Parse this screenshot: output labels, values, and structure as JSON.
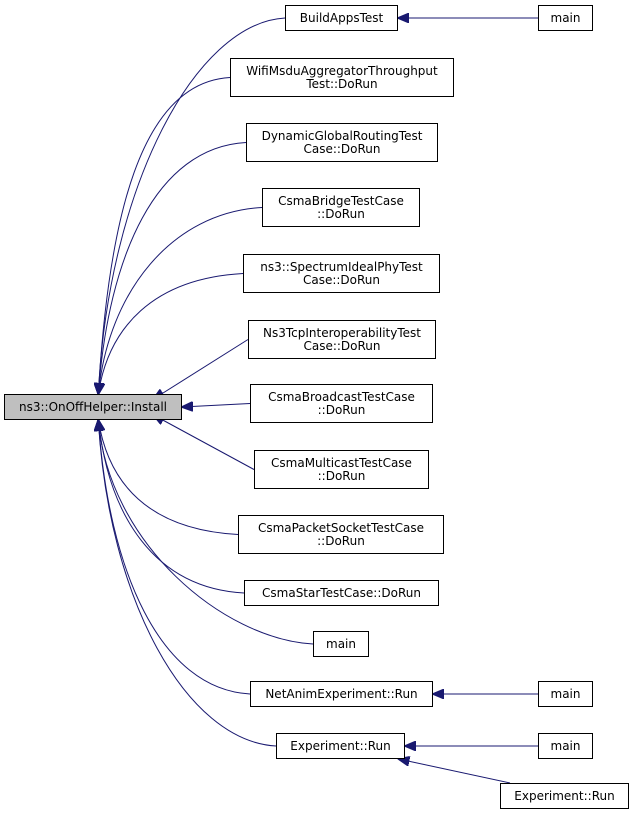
{
  "graph": {
    "edge_color": "#191970",
    "root": {
      "lines": [
        "ns3::OnOffHelper::Install"
      ],
      "fill": "#bfbfbf"
    },
    "nodes": {
      "build_apps_test": {
        "lines": [
          "BuildAppsTest"
        ]
      },
      "main_build": {
        "lines": [
          "main"
        ]
      },
      "wifi_msdu": {
        "lines": [
          "WifiMsduAggregatorThroughput",
          "Test::DoRun"
        ]
      },
      "dyn_global": {
        "lines": [
          "DynamicGlobalRoutingTest",
          "Case::DoRun"
        ]
      },
      "csma_bridge": {
        "lines": [
          "CsmaBridgeTestCase",
          "::DoRun"
        ]
      },
      "spectrum": {
        "lines": [
          "ns3::SpectrumIdealPhyTest",
          "Case::DoRun"
        ]
      },
      "ns3tcp": {
        "lines": [
          "Ns3TcpInteroperabilityTest",
          "Case::DoRun"
        ]
      },
      "csma_broadcast": {
        "lines": [
          "CsmaBroadcastTestCase",
          "::DoRun"
        ]
      },
      "csma_multicast": {
        "lines": [
          "CsmaMulticastTestCase",
          "::DoRun"
        ]
      },
      "csma_packet": {
        "lines": [
          "CsmaPacketSocketTestCase",
          "::DoRun"
        ]
      },
      "csma_star": {
        "lines": [
          "CsmaStarTestCase::DoRun"
        ]
      },
      "main_direct": {
        "lines": [
          "main"
        ]
      },
      "netanim": {
        "lines": [
          "NetAnimExperiment::Run"
        ]
      },
      "main_netanim": {
        "lines": [
          "main"
        ]
      },
      "experiment_run": {
        "lines": [
          "Experiment::Run"
        ]
      },
      "main_experiment": {
        "lines": [
          "main"
        ]
      },
      "experiment_run_caller": {
        "lines": [
          "Experiment::Run"
        ]
      }
    },
    "edges": [
      {
        "from": "build_apps_test",
        "to": "root"
      },
      {
        "from": "wifi_msdu",
        "to": "root"
      },
      {
        "from": "dyn_global",
        "to": "root"
      },
      {
        "from": "csma_bridge",
        "to": "root"
      },
      {
        "from": "spectrum",
        "to": "root"
      },
      {
        "from": "ns3tcp",
        "to": "root"
      },
      {
        "from": "csma_broadcast",
        "to": "root"
      },
      {
        "from": "csma_multicast",
        "to": "root"
      },
      {
        "from": "csma_packet",
        "to": "root"
      },
      {
        "from": "csma_star",
        "to": "root"
      },
      {
        "from": "main_direct",
        "to": "root"
      },
      {
        "from": "netanim",
        "to": "root"
      },
      {
        "from": "experiment_run",
        "to": "root"
      },
      {
        "from": "main_build",
        "to": "build_apps_test"
      },
      {
        "from": "main_netanim",
        "to": "netanim"
      },
      {
        "from": "main_experiment",
        "to": "experiment_run"
      },
      {
        "from": "experiment_run_caller",
        "to": "experiment_run"
      }
    ]
  }
}
